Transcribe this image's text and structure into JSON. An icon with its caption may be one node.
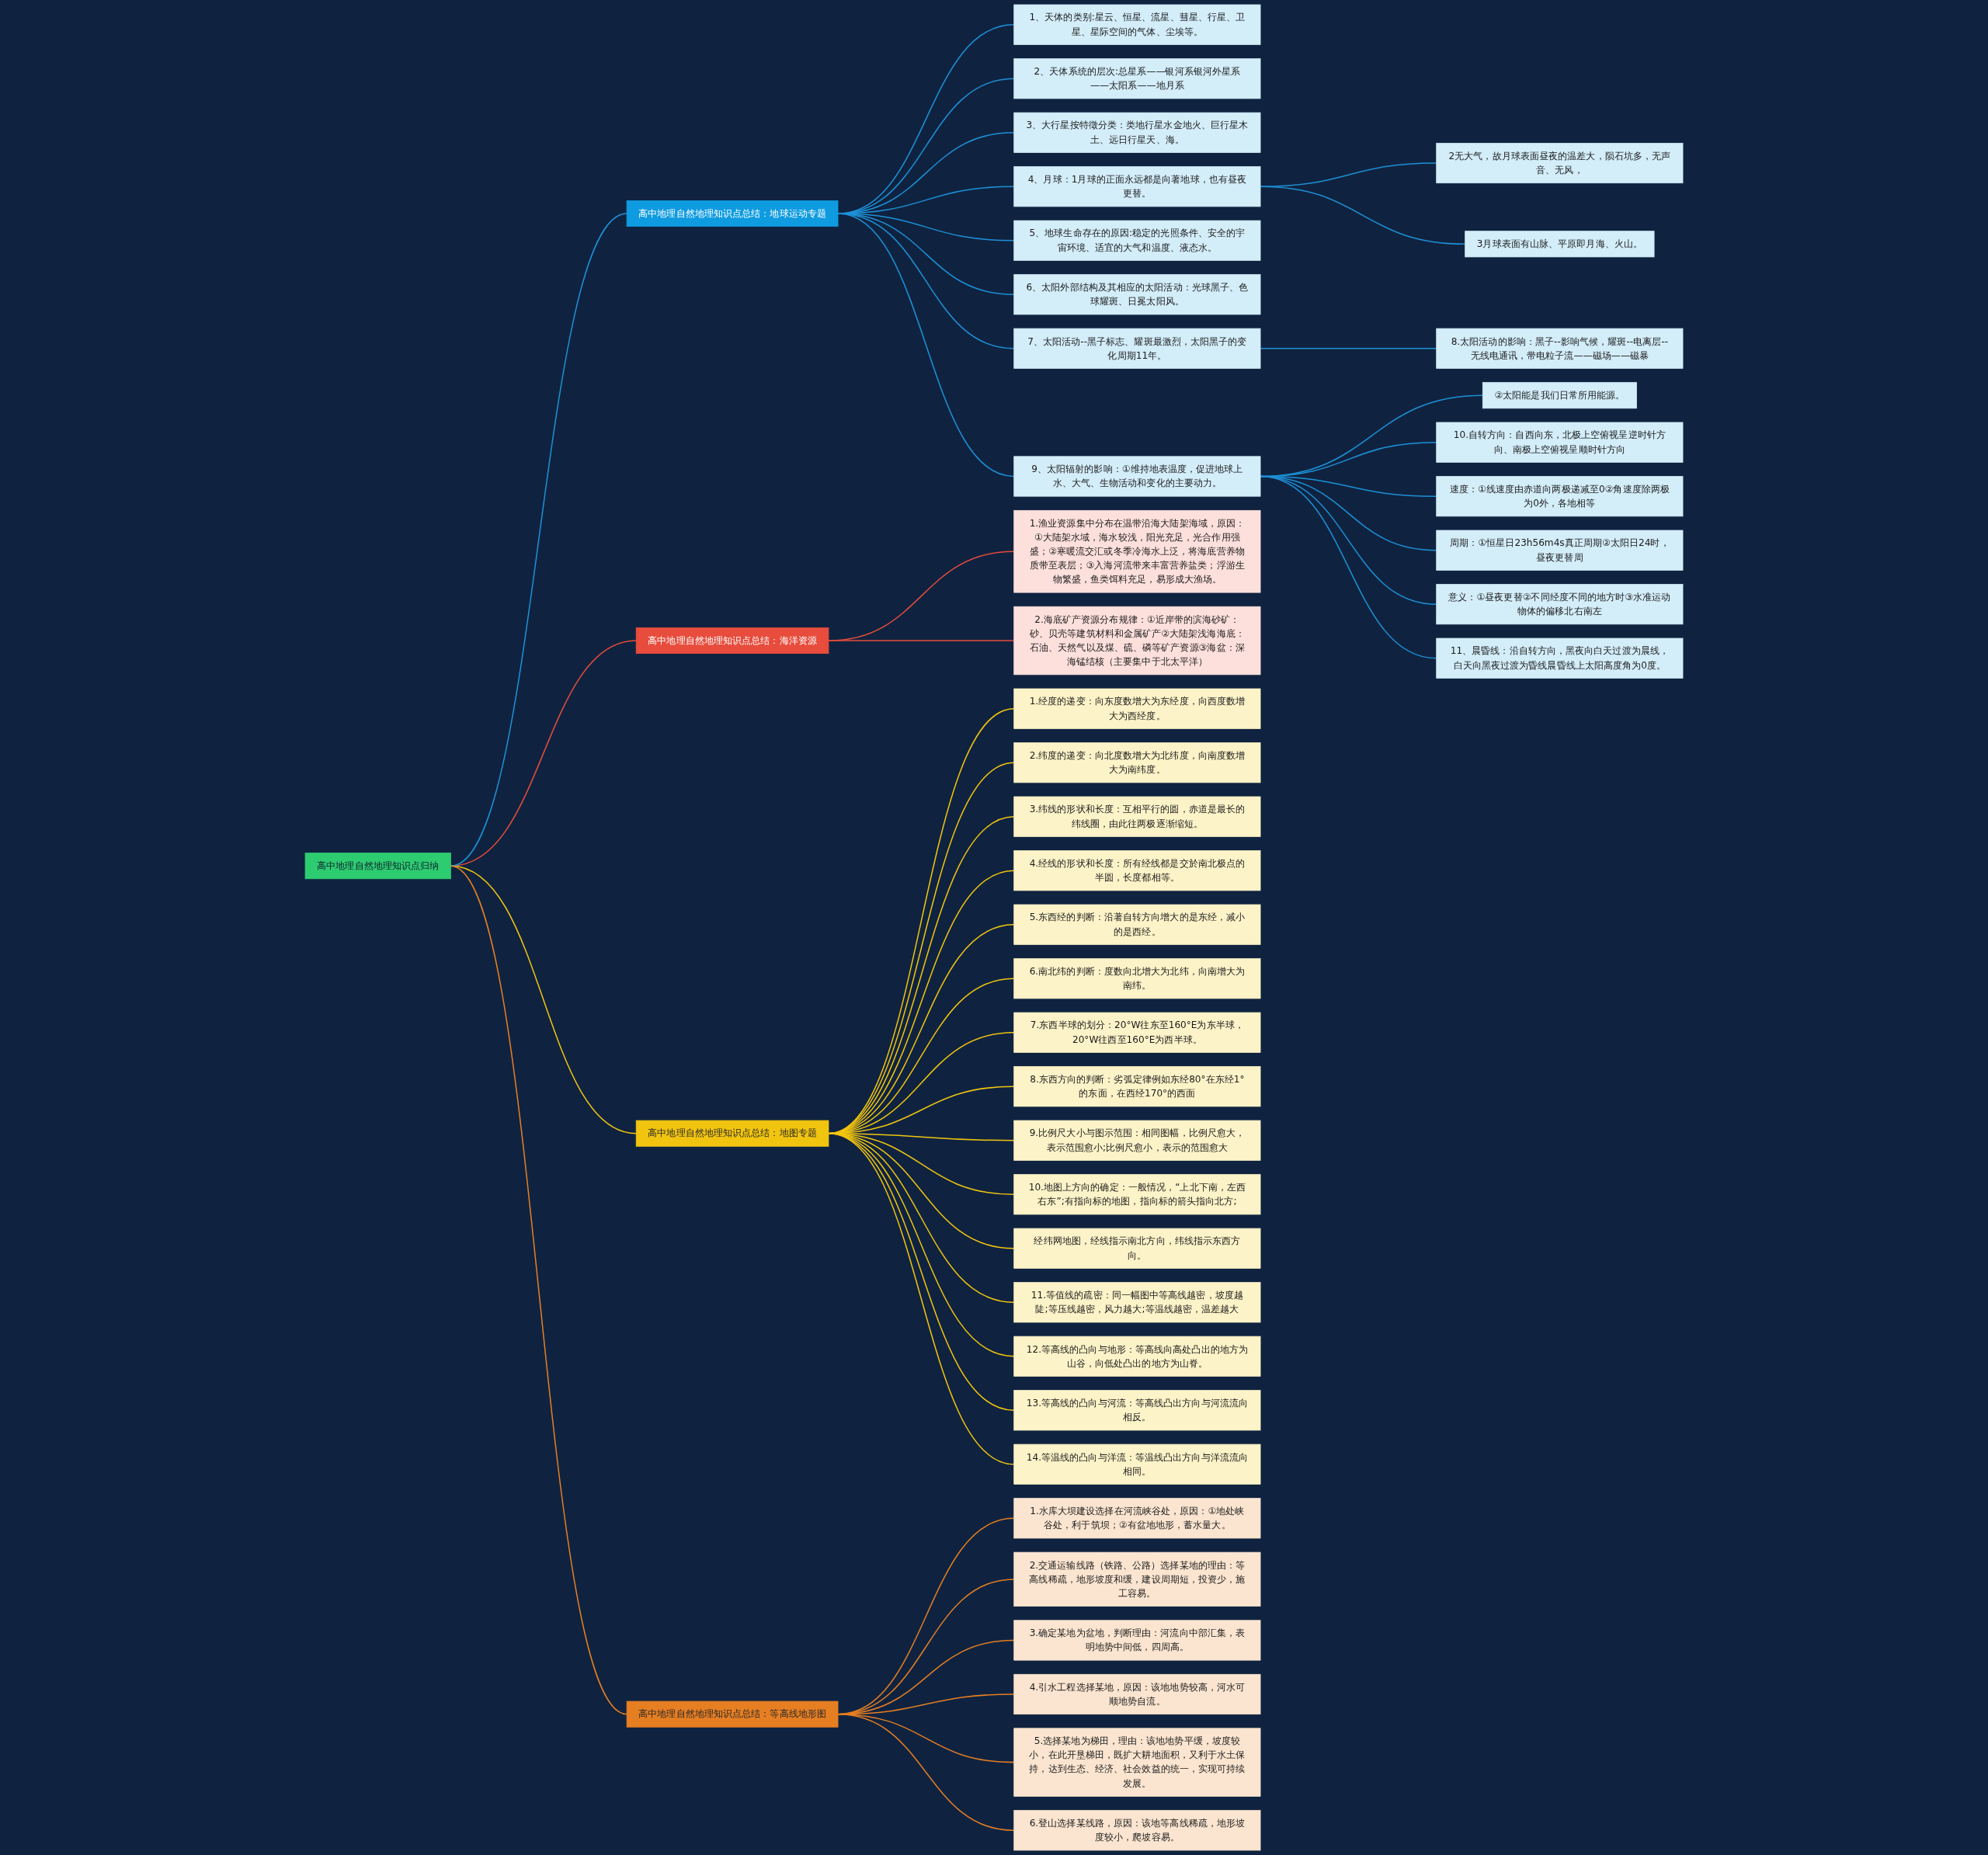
{
  "diagram": {
    "nodes": [
      {
        "text": [
          "高中地理自然地理知识点归纳"
        ]
      },
      {
        "text": [
          "高中地理自然地理知识点总结：地球运动专题"
        ]
      },
      {
        "text": [
          "1、天体的类别:星云、恒星、流星、彗星、行星、卫星、星际空间的气体、尘埃等。"
        ]
      },
      {
        "text": [
          "2、天体系统的层次:总星系——银河系银河外星系——太阳系——地月系"
        ]
      },
      {
        "text": [
          "3、大行星按特徵分类：类地行星水金地火、巨行星木土、远日行星天、海。"
        ]
      },
      {
        "text": [
          "4、月球：1月球的正面永远都是向著地球，也有昼夜更替。"
        ]
      },
      {
        "text": [
          "2无大气，故月球表面昼夜的温差大，陨石坑多，无声音、无风，"
        ]
      },
      {
        "text": [
          "3月球表面有山脉、平原即月海、火山。"
        ]
      },
      {
        "text": [
          "5、地球生命存在的原因:稳定的光照条件、安全的宇宙环境、适宜的大气和温度、液态水。"
        ]
      },
      {
        "text": [
          "6、太阳外部结构及其相应的太阳活动：光球黑子、色球耀斑、日冕太阳风。"
        ]
      },
      {
        "text": [
          "7、太阳活动--黑子标志、耀斑最激烈，太阳黑子的变化周期11年。"
        ]
      },
      {
        "text": [
          "8.太阳活动的影响：黑子--影响气候，耀斑--电离层--无线电通讯，带电粒子流——磁场——磁暴"
        ]
      },
      {
        "text": [
          "9、太阳辐射的影响：①维持地表温度，促进地球上水、大气、生物活动和变化的主要动力。"
        ]
      },
      {
        "text": [
          "②太阳能是我们日常所用能源。"
        ]
      },
      {
        "text": [
          "10.自转方向：自西向东，北极上空俯视呈逆时针方向、南极上空俯视呈顺时针方向"
        ]
      },
      {
        "text": [
          "速度：①线速度由赤道向两极递减至0②角速度除两极为0外，各地相等"
        ]
      },
      {
        "text": [
          "周期：①恒星日23h56m4s真正周期②太阳日24时，昼夜更替周"
        ]
      },
      {
        "text": [
          "意义：①昼夜更替②不同经度不同的地方时③水准运动物体的偏移北右南左"
        ]
      },
      {
        "text": [
          "11、晨昏线：沿自转方向，黑夜向白天过渡为晨线，白天向黑夜过渡为昏线晨昏线上太阳高度角为0度。"
        ]
      },
      {
        "text": [
          "高中地理自然地理知识点总结：海洋资源"
        ]
      },
      {
        "text": [
          "1.渔业资源集中分布在温带沿海大陆架海域，原因：①大陆架水域，海水较浅，阳光充足，光合作用强盛；②寒暖流交汇或冬季冷海水上泛，将海底营养物质带至表层；③入海河流带来丰富营养盐类；浮游生物繁盛，鱼类饵料充足，易形成大渔场。"
        ]
      },
      {
        "text": [
          "2.海底矿产资源分布规律：①近岸带的滨海砂矿：砂、贝壳等建筑材料和金属矿产②大陆架浅海海底：石油、天然气以及煤、硫、磷等矿产资源③海盆：深海锰结核（主要集中于北太平洋）"
        ]
      },
      {
        "text": [
          "高中地理自然地理知识点总结：地图专题"
        ]
      },
      {
        "text": [
          "1.经度的递变：向东度数增大为东经度，向西度数增大为西经度。"
        ]
      },
      {
        "text": [
          "2.纬度的递变：向北度数增大为北纬度，向南度数增大为南纬度。"
        ]
      },
      {
        "text": [
          "3.纬线的形状和长度：互相平行的圆，赤道是最长的纬线圈，由此往两极逐渐缩短。"
        ]
      },
      {
        "text": [
          "4.经线的形状和长度：所有经线都是交於南北极点的半圆，长度都相等。"
        ]
      },
      {
        "text": [
          "5.东西经的判断：沿著自转方向增大的是东经，减小的是西经。"
        ]
      },
      {
        "text": [
          "6.南北纬的判断：度数向北增大为北纬，向南增大为南纬。"
        ]
      },
      {
        "text": [
          "7.东西半球的划分：20°W往东至160°E为东半球，20°W往西至160°E为西半球。"
        ]
      },
      {
        "text": [
          "8.东西方向的判断：劣弧定律例如东经80°在东经1°的东面，在西经170°的西面"
        ]
      },
      {
        "text": [
          "9.比例尺大小与图示范围：相同图幅，比例尺愈大，表示范围愈小;比例尺愈小，表示的范围愈大"
        ]
      },
      {
        "text": [
          "10.地图上方向的确定：一般情况，“上北下南，左西右东”;有指向标的地图，指向标的箭头指向北方;"
        ]
      },
      {
        "text": [
          "经纬网地图，经线指示南北方向，纬线指示东西方向。"
        ]
      },
      {
        "text": [
          "11.等值线的疏密：同一幅图中等高线越密，坡度越陡;等压线越密，风力越大;等温线越密，温差越大"
        ]
      },
      {
        "text": [
          "12.等高线的凸向与地形：等高线向高处凸出的地方为山谷，向低处凸出的地方为山脊。"
        ]
      },
      {
        "text": [
          "13.等高线的凸向与河流：等高线凸出方向与河流流向相反。"
        ]
      },
      {
        "text": [
          "14.等温线的凸向与洋流：等温线凸出方向与洋流流向相同。"
        ]
      },
      {
        "text": [
          "高中地理自然地理知识点总结：等高线地形图"
        ]
      },
      {
        "text": [
          "1.水库大坝建设选择在河流峡谷处，原因：①地处峡谷处，利于筑坝；②有盆地地形，蓄水量大。"
        ]
      },
      {
        "text": [
          "2.交通运输线路（铁路、公路）选择某地的理由：等高线稀疏，地形坡度和缓，建设周期短，投资少，施工容易。"
        ]
      },
      {
        "text": [
          "3.确定某地为盆地，判断理由：河流向中部汇集，表明地势中间低，四周高。"
        ]
      },
      {
        "text": [
          "4.引水工程选择某地，原因：该地地势较高，河水可顺地势自流。"
        ]
      },
      {
        "text": [
          "5.选择某地为梯田，理由：该地地势平缓，坡度较小，在此开垦梯田，既扩大耕地面积，又利于水土保持，达到生态、经济、社会效益的统一，实现可持续发展。"
        ]
      },
      {
        "text": [
          "6.登山选择某线路，原因：该地等高线稀疏，地形坡度较小，爬坡容易。"
        ]
      }
    ],
    "edges": [
      {
        "from": 0,
        "to": 19,
        "arrow": "none",
        "color": "#e74c3c"
      },
      {
        "from": 19,
        "to": 20,
        "arrow": "none",
        "color": "#e74c3c"
      },
      {
        "from": 19,
        "to": 21,
        "arrow": "none",
        "color": "#e74c3c"
      },
      {
        "from": 0,
        "to": 1,
        "arrow": "none"
      },
      {
        "from": 1,
        "to": 2,
        "arrow": "none"
      },
      {
        "from": 1,
        "to": 3,
        "arrow": "none"
      },
      {
        "from": 1,
        "to": 4,
        "arrow": "none"
      },
      {
        "from": 1,
        "to": 5,
        "arrow": "none"
      },
      {
        "from": 5,
        "to": 6,
        "arrow": "none"
      },
      {
        "from": 5,
        "to": 7,
        "arrow": "none"
      },
      {
        "from": 1,
        "to": 8,
        "arrow": "none"
      },
      {
        "from": 1,
        "to": 9,
        "arrow": "none"
      },
      {
        "from": 1,
        "to": 10,
        "arrow": "none"
      },
      {
        "from": 10,
        "to": 11,
        "arrow": "none"
      },
      {
        "from": 1,
        "to": 12,
        "arrow": "none"
      },
      {
        "from": 12,
        "to": 13,
        "arrow": "none"
      },
      {
        "from": 12,
        "to": 14,
        "arrow": "none"
      },
      {
        "from": 12,
        "to": 15,
        "arrow": "none"
      },
      {
        "from": 12,
        "to": 16,
        "arrow": "none"
      },
      {
        "from": 12,
        "to": 17,
        "arrow": "none"
      },
      {
        "from": 12,
        "to": 18,
        "arrow": "none"
      },
      {
        "from": 0,
        "to": 22,
        "arrow": "none",
        "color": "#f1c40f"
      },
      {
        "from": 22,
        "to": 23,
        "arrow": "none",
        "color": "#f1c40f"
      },
      {
        "from": 22,
        "to": 24,
        "arrow": "none",
        "color": "#f1c40f"
      },
      {
        "from": 22,
        "to": 25,
        "arrow": "none",
        "color": "#f1c40f"
      },
      {
        "from": 22,
        "to": 26,
        "arrow": "none",
        "color": "#f1c40f"
      },
      {
        "from": 22,
        "to": 27,
        "arrow": "none",
        "color": "#f1c40f"
      },
      {
        "from": 22,
        "to": 28,
        "arrow": "none",
        "color": "#f1c40f"
      },
      {
        "from": 22,
        "to": 29,
        "arrow": "none",
        "color": "#f1c40f"
      },
      {
        "from": 22,
        "to": 30,
        "arrow": "none",
        "color": "#f1c40f"
      },
      {
        "from": 22,
        "to": 31,
        "arrow": "none",
        "color": "#f1c40f"
      },
      {
        "from": 22,
        "to": 32,
        "arrow": "none",
        "color": "#f1c40f"
      },
      {
        "from": 22,
        "to": 33,
        "arrow": "none",
        "color": "#f1c40f"
      },
      {
        "from": 22,
        "to": 34,
        "arrow": "none",
        "color": "#f1c40f"
      },
      {
        "from": 22,
        "to": 35,
        "arrow": "none",
        "color": "#f1c40f"
      },
      {
        "from": 22,
        "to": 36,
        "arrow": "none",
        "color": "#f1c40f"
      },
      {
        "from": 22,
        "to": 37,
        "arrow": "none",
        "color": "#f1c40f"
      },
      {
        "from": 0,
        "to": 38,
        "arrow": "none",
        "color": "#e67e22"
      },
      {
        "from": 38,
        "to": 39,
        "arrow": "none",
        "color": "#e67e22"
      },
      {
        "from": 38,
        "to": 40,
        "arrow": "none",
        "color": "#e67e22"
      },
      {
        "from": 38,
        "to": 41,
        "arrow": "none",
        "color": "#e67e22"
      },
      {
        "from": 38,
        "to": 42,
        "arrow": "none",
        "color": "#e67e22"
      },
      {
        "from": 38,
        "to": 43,
        "arrow": "none",
        "color": "#e67e22"
      },
      {
        "from": 38,
        "to": 44,
        "arrow": "none",
        "color": "#e67e22"
      }
    ]
  }
}
